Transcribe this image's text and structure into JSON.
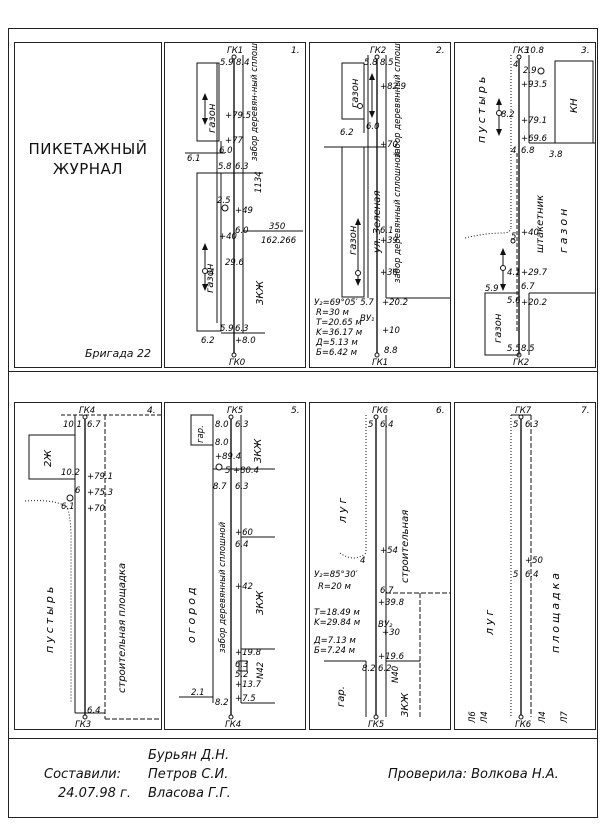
{
  "cover": {
    "title_line1": "ПИКЕТАЖНЫЙ",
    "title_line2": "ЖУРНАЛ",
    "brigade": "Бригада 22"
  },
  "footer": {
    "compiled_label": "Составили:",
    "date": "24.07.98 г.",
    "authors": [
      "Бурьян Д.Н.",
      "Петров С.И.",
      "Власова Г.Г."
    ],
    "checked_label": "Проверила: Волкова Н.А."
  },
  "panels": {
    "p1": {
      "num": "1.",
      "top_pk": "ГК1",
      "bottom_pk": "ГК0",
      "labels": [
        "5.9",
        "8.4",
        "6.0",
        "6.1",
        "5.8",
        "6.3",
        "+79.5",
        "+77",
        "+49",
        "2.5",
        "+40",
        "6.0",
        "29.6",
        "4",
        "5.9",
        "6.3",
        "6.2",
        "+8.0",
        "350",
        "162.266",
        "1134"
      ],
      "texts": {
        "lawn_top": "газон",
        "fence": "забор деревян-ный сплошной",
        "lawn": "газон",
        "zkzh": "3КЖ"
      }
    },
    "p2": {
      "num": "2.",
      "top_pk": "ГК2",
      "bottom_pk": "ГК1",
      "labels": [
        "5.8",
        "8.5",
        "+82.9",
        "6.0",
        "6.2",
        "+70",
        "6.1",
        "+39",
        "+30",
        "8.8",
        "+20.2",
        "+10"
      ],
      "texts": {
        "lawn_top": "газон",
        "fence_top": "забор деревянный сплошной",
        "lawn": "газон",
        "street": "ул. Зеленая",
        "fence": "забор деревянный сплошной"
      },
      "curve": {
        "u": "У₂=69°05′ 5.7",
        "r": "R=30 м",
        "t": "T=20.65 м",
        "k": "K=36.17 м",
        "d": "Д=5.13 м",
        "b": "Б=6.42 м",
        "vu": "ВУ₁"
      }
    },
    "p3": {
      "num": "3.",
      "top_pk": "ГК3",
      "bottom_pk": "ГК2",
      "labels": [
        "4",
        "10.8",
        "2.9",
        "+93.5",
        "8.2",
        "+79.1",
        "+69.6",
        "4",
        "6.8",
        "3.8",
        "5",
        "+40",
        "4.1",
        "+29.7",
        "6.7",
        "5.9",
        "5.6",
        "+20.2",
        "5.5",
        "8.5"
      ],
      "texts": {
        "waste": "пустырь",
        "kn": "КН",
        "picket": "штакетник",
        "lawn": "газон",
        "lawn_bottom": "газон"
      }
    },
    "p4": {
      "num": "4.",
      "top_pk": "ГК4",
      "bottom_pk": "ГК3",
      "labels": [
        "10.1",
        "6.7",
        "10.2",
        "+79.1",
        "+75.3",
        "6",
        "6.1",
        "+70",
        "6.4"
      ],
      "texts": {
        "zh": "2Ж",
        "waste": "пустырь",
        "site": "строительная площадка"
      }
    },
    "p5": {
      "num": "5.",
      "top_pk": "ГК5",
      "bottom_pk": "ГК4",
      "labels": [
        "8.0",
        "6.3",
        "8.0",
        "+89.4",
        "5",
        "+80.4",
        "8.7",
        "6.3",
        "+60",
        "6.4",
        "+42",
        "+19.8",
        "6.3",
        "5.2",
        "+13.7",
        "2.1",
        "8.2",
        "+7.5"
      ],
      "texts": {
        "gar": "гар.",
        "zkzh_top": "3КЖ",
        "garden": "огород",
        "fence": "забор деревянный сплошной",
        "zkzh": "3КЖ",
        "n42": "N42"
      }
    },
    "p6": {
      "num": "6.",
      "top_pk": "ГК6",
      "bottom_pk": "ГК5",
      "labels": [
        "5",
        "6.4",
        "+54",
        "4",
        "6.7",
        "+39.8",
        "+30",
        "+19.6",
        "8.2",
        "6.2"
      ],
      "texts": {
        "meadow": "луг",
        "site": "строительная",
        "gar": "гар.",
        "zkzh": "3КЖ",
        "n40": "N40"
      },
      "curve": {
        "u": "У₂=85°30′",
        "r": "R=20 м",
        "t": "T=18.49 м",
        "k": "K=29.84 м",
        "d": "Д=7.13 м",
        "b": "Б=7.24 м",
        "vu": "ВУ₂"
      }
    },
    "p7": {
      "num": "7.",
      "top_pk": "ГК7",
      "bottom_pk": "ГК6",
      "labels": [
        "5",
        "6.3",
        "+50",
        "5",
        "6.4",
        "Л6",
        "Л4",
        "Л4",
        "Л7"
      ],
      "texts": {
        "meadow": "луг",
        "site": "площадка"
      }
    }
  }
}
